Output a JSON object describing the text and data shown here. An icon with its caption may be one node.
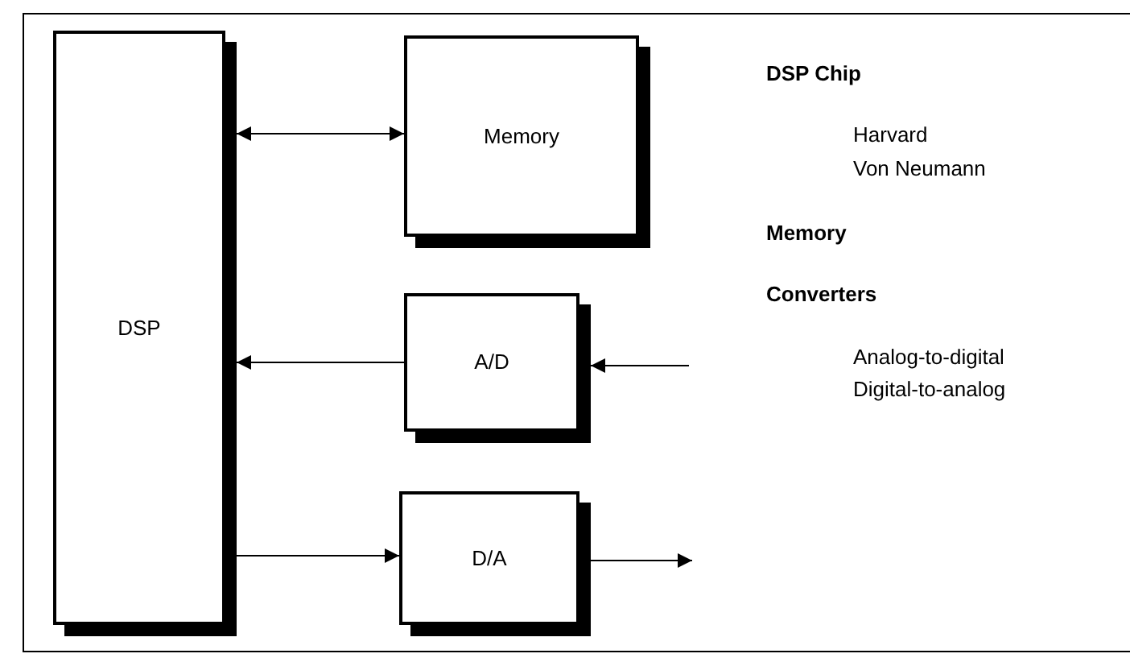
{
  "diagram": {
    "nodes": [
      {
        "text": [
          "DSP"
        ]
      },
      {
        "text": [
          "Memory"
        ]
      },
      {
        "text": [
          "A/D"
        ]
      },
      {
        "text": [
          "D/A"
        ]
      }
    ],
    "edges": [
      {
        "from": 0,
        "to": 1,
        "arrow": "both"
      },
      {
        "from": 2,
        "to": 0,
        "arrow": "to"
      },
      {
        "from": null,
        "to": 2,
        "arrow": "to"
      },
      {
        "from": 0,
        "to": 3,
        "arrow": "to"
      },
      {
        "from": 3,
        "to": null,
        "arrow": "to"
      }
    ],
    "labels": [
      "DSP Chip",
      "Harvard",
      "Von Neumann",
      "Memory",
      "Converters",
      "Analog-to-digital",
      "Digital-to-analog"
    ]
  }
}
